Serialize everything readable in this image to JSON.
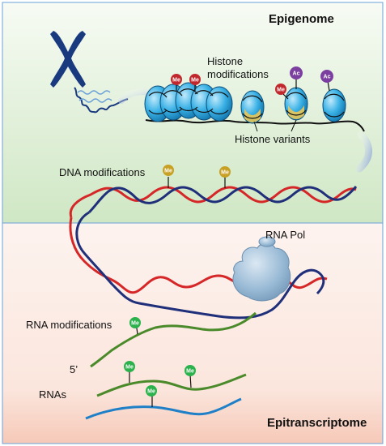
{
  "panels": {
    "top_title": "Epigenome",
    "bottom_title": "Epitranscriptome"
  },
  "labels": {
    "histone_modifications_line1": "Histone",
    "histone_modifications_line2": "modifications",
    "histone_variants": "Histone variants",
    "dna_modifications": "DNA modifications",
    "rna_pol": "RNA Pol",
    "rna_modifications": "RNA modifications",
    "five_prime": "5’",
    "rnas": "RNAs"
  },
  "marks": {
    "me": "Me",
    "ac": "Ac"
  },
  "colors": {
    "top_panel": "#dff0d8",
    "bottom_panel": "#fbe4dc",
    "dna_red": "#d62728",
    "dna_blue": "#1f2f7a",
    "nucleosome": "#29a3d8",
    "histone_variant": "#e8c65a",
    "me_histone": "#c0282d",
    "ac_mark": "#7b3fa0",
    "me_dna": "#c8a024",
    "me_rna": "#2bb24c",
    "rna_green": "#4a8a2a",
    "rna_blue": "#1f80c8",
    "rna_pol": "#7fa8c8",
    "chromosome": "#1a3a80"
  },
  "icons": {
    "chromosome": "chromosome-icon",
    "rna_polymerase": "rna-polymerase-icon"
  }
}
